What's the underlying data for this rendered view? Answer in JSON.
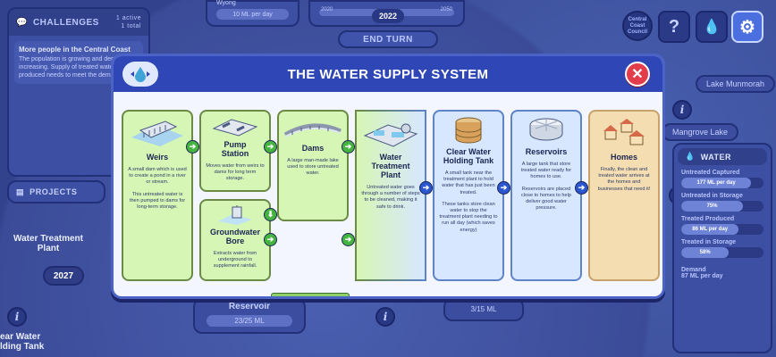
{
  "background": {
    "challenges": {
      "title": "CHALLENGES",
      "meta": "1 active\n1 total",
      "item_title": "More people in the Central Coast",
      "item_text": "The population is growing and demand is increasing. Supply of treated water produced needs to meet the demand."
    },
    "projects_title": "PROJECTS",
    "map_labels": {
      "wtp": "Water Treatment\nPlant",
      "holding": "ear Water\nlding Tank",
      "year_chip": "2027",
      "lake_munmorah": "Lake Munmorah",
      "mangrove_lake": "Mangrove Lake"
    },
    "top_card": {
      "title": "Wyong",
      "value": "10 ML per day"
    },
    "year_bar": {
      "start": "2020",
      "end": "2050",
      "current": "2022"
    },
    "end_turn": "END TURN",
    "hud": {
      "badge": "Central\nCoast\nCouncil",
      "help": "?",
      "water": "💧",
      "settings": "⚙"
    },
    "water_panel": {
      "title": "WATER",
      "rows": [
        {
          "label": "Untreated Captured",
          "value": "177 ML per day",
          "fill": 0.85
        },
        {
          "label": "Untreated in Storage",
          "value": "75%",
          "fill": 0.75
        },
        {
          "label": "Treated Produced",
          "value": "86 ML per day",
          "fill": 0.7
        },
        {
          "label": "Treated in Storage",
          "value": "58%",
          "fill": 0.58
        }
      ],
      "demand_label": "Demand",
      "demand_value": "87 ML per day"
    },
    "reservoir_card": {
      "title": "Reservoir",
      "value": "23/25 ML"
    },
    "bottom_mid_value": "3/15 ML"
  },
  "modal": {
    "title": "THE WATER SUPPLY SYSTEM",
    "close": "✕",
    "steps": {
      "weirs": {
        "title": "Weirs",
        "text1": "A small dam which is used to create a pond in a river or stream.",
        "text2": "This untreated water is then pumped to dams for long-term storage."
      },
      "pump": {
        "title": "Pump\nStation",
        "text1": "Moves water from weirs to dams for long term storage."
      },
      "bore": {
        "title": "Groundwater\nBore",
        "text1": "Extracts water from underground to supplement rainfall."
      },
      "dams": {
        "title": "Dams",
        "text1": "A large man-made lake used to store untreated water."
      },
      "wtp": {
        "title": "Water\nTreatment\nPlant",
        "text1": "Untreated water goes through a number of steps to be cleaned, making it safe to drink."
      },
      "tank": {
        "title": "Clear Water\nHolding Tank",
        "text1": "A small tank near the treatment plant to hold water that has just been treated.",
        "text2": "These tanks store clean water to stop the treatment plant needing to run all day (which saves energy)"
      },
      "reservoirs": {
        "title": "Reservoirs",
        "text1": "A large tank that store treated water ready for homes to use.",
        "text2": "Reservoirs are placed close to homes to help deliver good water pressure."
      },
      "homes": {
        "title": "Homes",
        "text1": "Finally, the clean and treated water arrives at the homes and businesses that need it!"
      }
    },
    "arrow_glyph": "➔"
  }
}
